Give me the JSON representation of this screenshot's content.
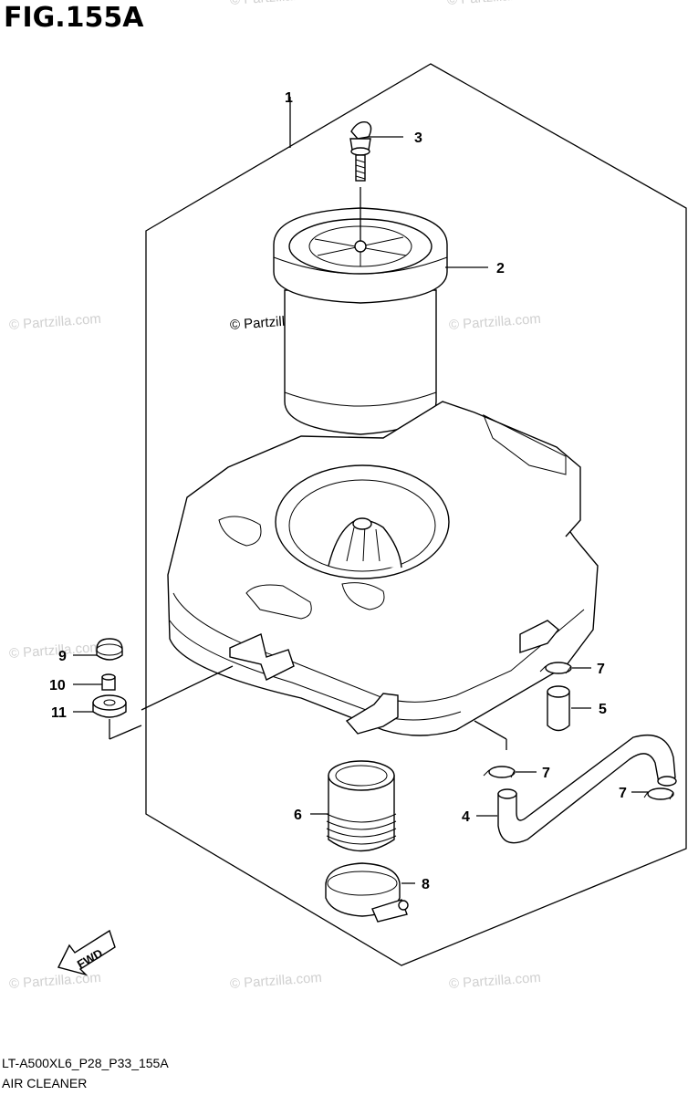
{
  "figure": {
    "title": "FIG.155A",
    "model_code": "LT-A500XL6_P28_P33_155A",
    "assembly_name": "AIR CLEANER"
  },
  "watermark": {
    "text": "© Partzilla.com"
  },
  "direction_arrow": {
    "label": "FWD"
  },
  "callouts": {
    "c1": "1",
    "c2": "2",
    "c3": "3",
    "c4": "4",
    "c5": "5",
    "c6": "6",
    "c7a": "7",
    "c7b": "7",
    "c7c": "7",
    "c8": "8",
    "c9": "9",
    "c10": "10",
    "c11": "11"
  }
}
